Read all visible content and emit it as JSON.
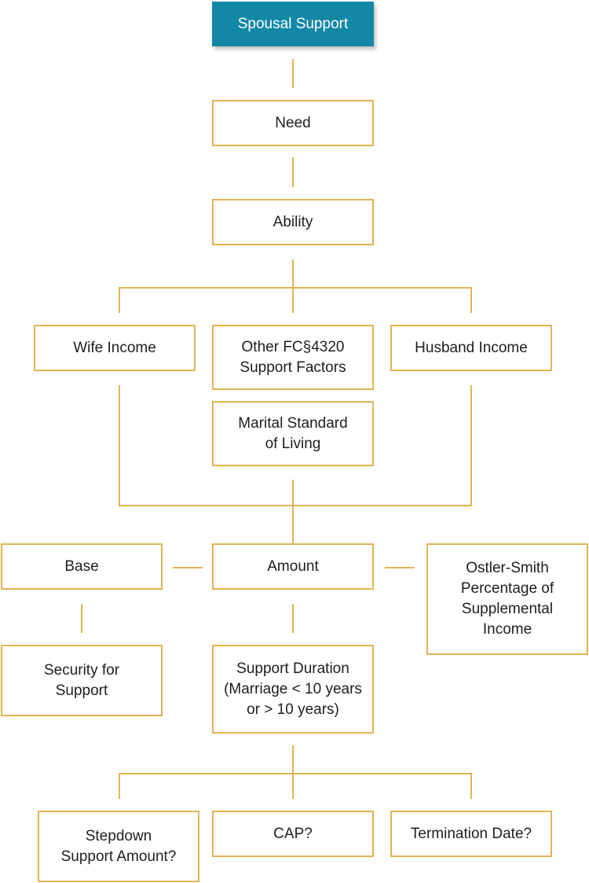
{
  "diagram": {
    "line_color": "#e1b456",
    "root_color": "#1388a6",
    "nodes": {
      "spousal_support": {
        "lines": [
          "Spousal Support"
        ]
      },
      "need": {
        "lines": [
          "Need"
        ]
      },
      "ability": {
        "lines": [
          "Ability"
        ]
      },
      "wife_income": {
        "lines": [
          "Wife Income"
        ]
      },
      "other_factors": {
        "lines": [
          "Other FC§4320",
          "Support Factors"
        ]
      },
      "husband_income": {
        "lines": [
          "Husband Income"
        ]
      },
      "marital_standard": {
        "lines": [
          "Marital Standard",
          "of Living"
        ]
      },
      "base": {
        "lines": [
          "Base"
        ]
      },
      "amount": {
        "lines": [
          "Amount"
        ]
      },
      "ostler_smith": {
        "lines": [
          "Ostler-Smith",
          "Percentage of",
          "Supplemental",
          "Income"
        ]
      },
      "security": {
        "lines": [
          "Security for",
          "Support"
        ]
      },
      "support_duration": {
        "lines": [
          "Support Duration",
          "(Marriage < 10 years",
          "or > 10 years)"
        ]
      },
      "stepdown": {
        "lines": [
          "Stepdown",
          "Support Amount?"
        ]
      },
      "cap": {
        "lines": [
          "CAP?"
        ]
      },
      "termination": {
        "lines": [
          "Termination Date?"
        ]
      }
    }
  }
}
